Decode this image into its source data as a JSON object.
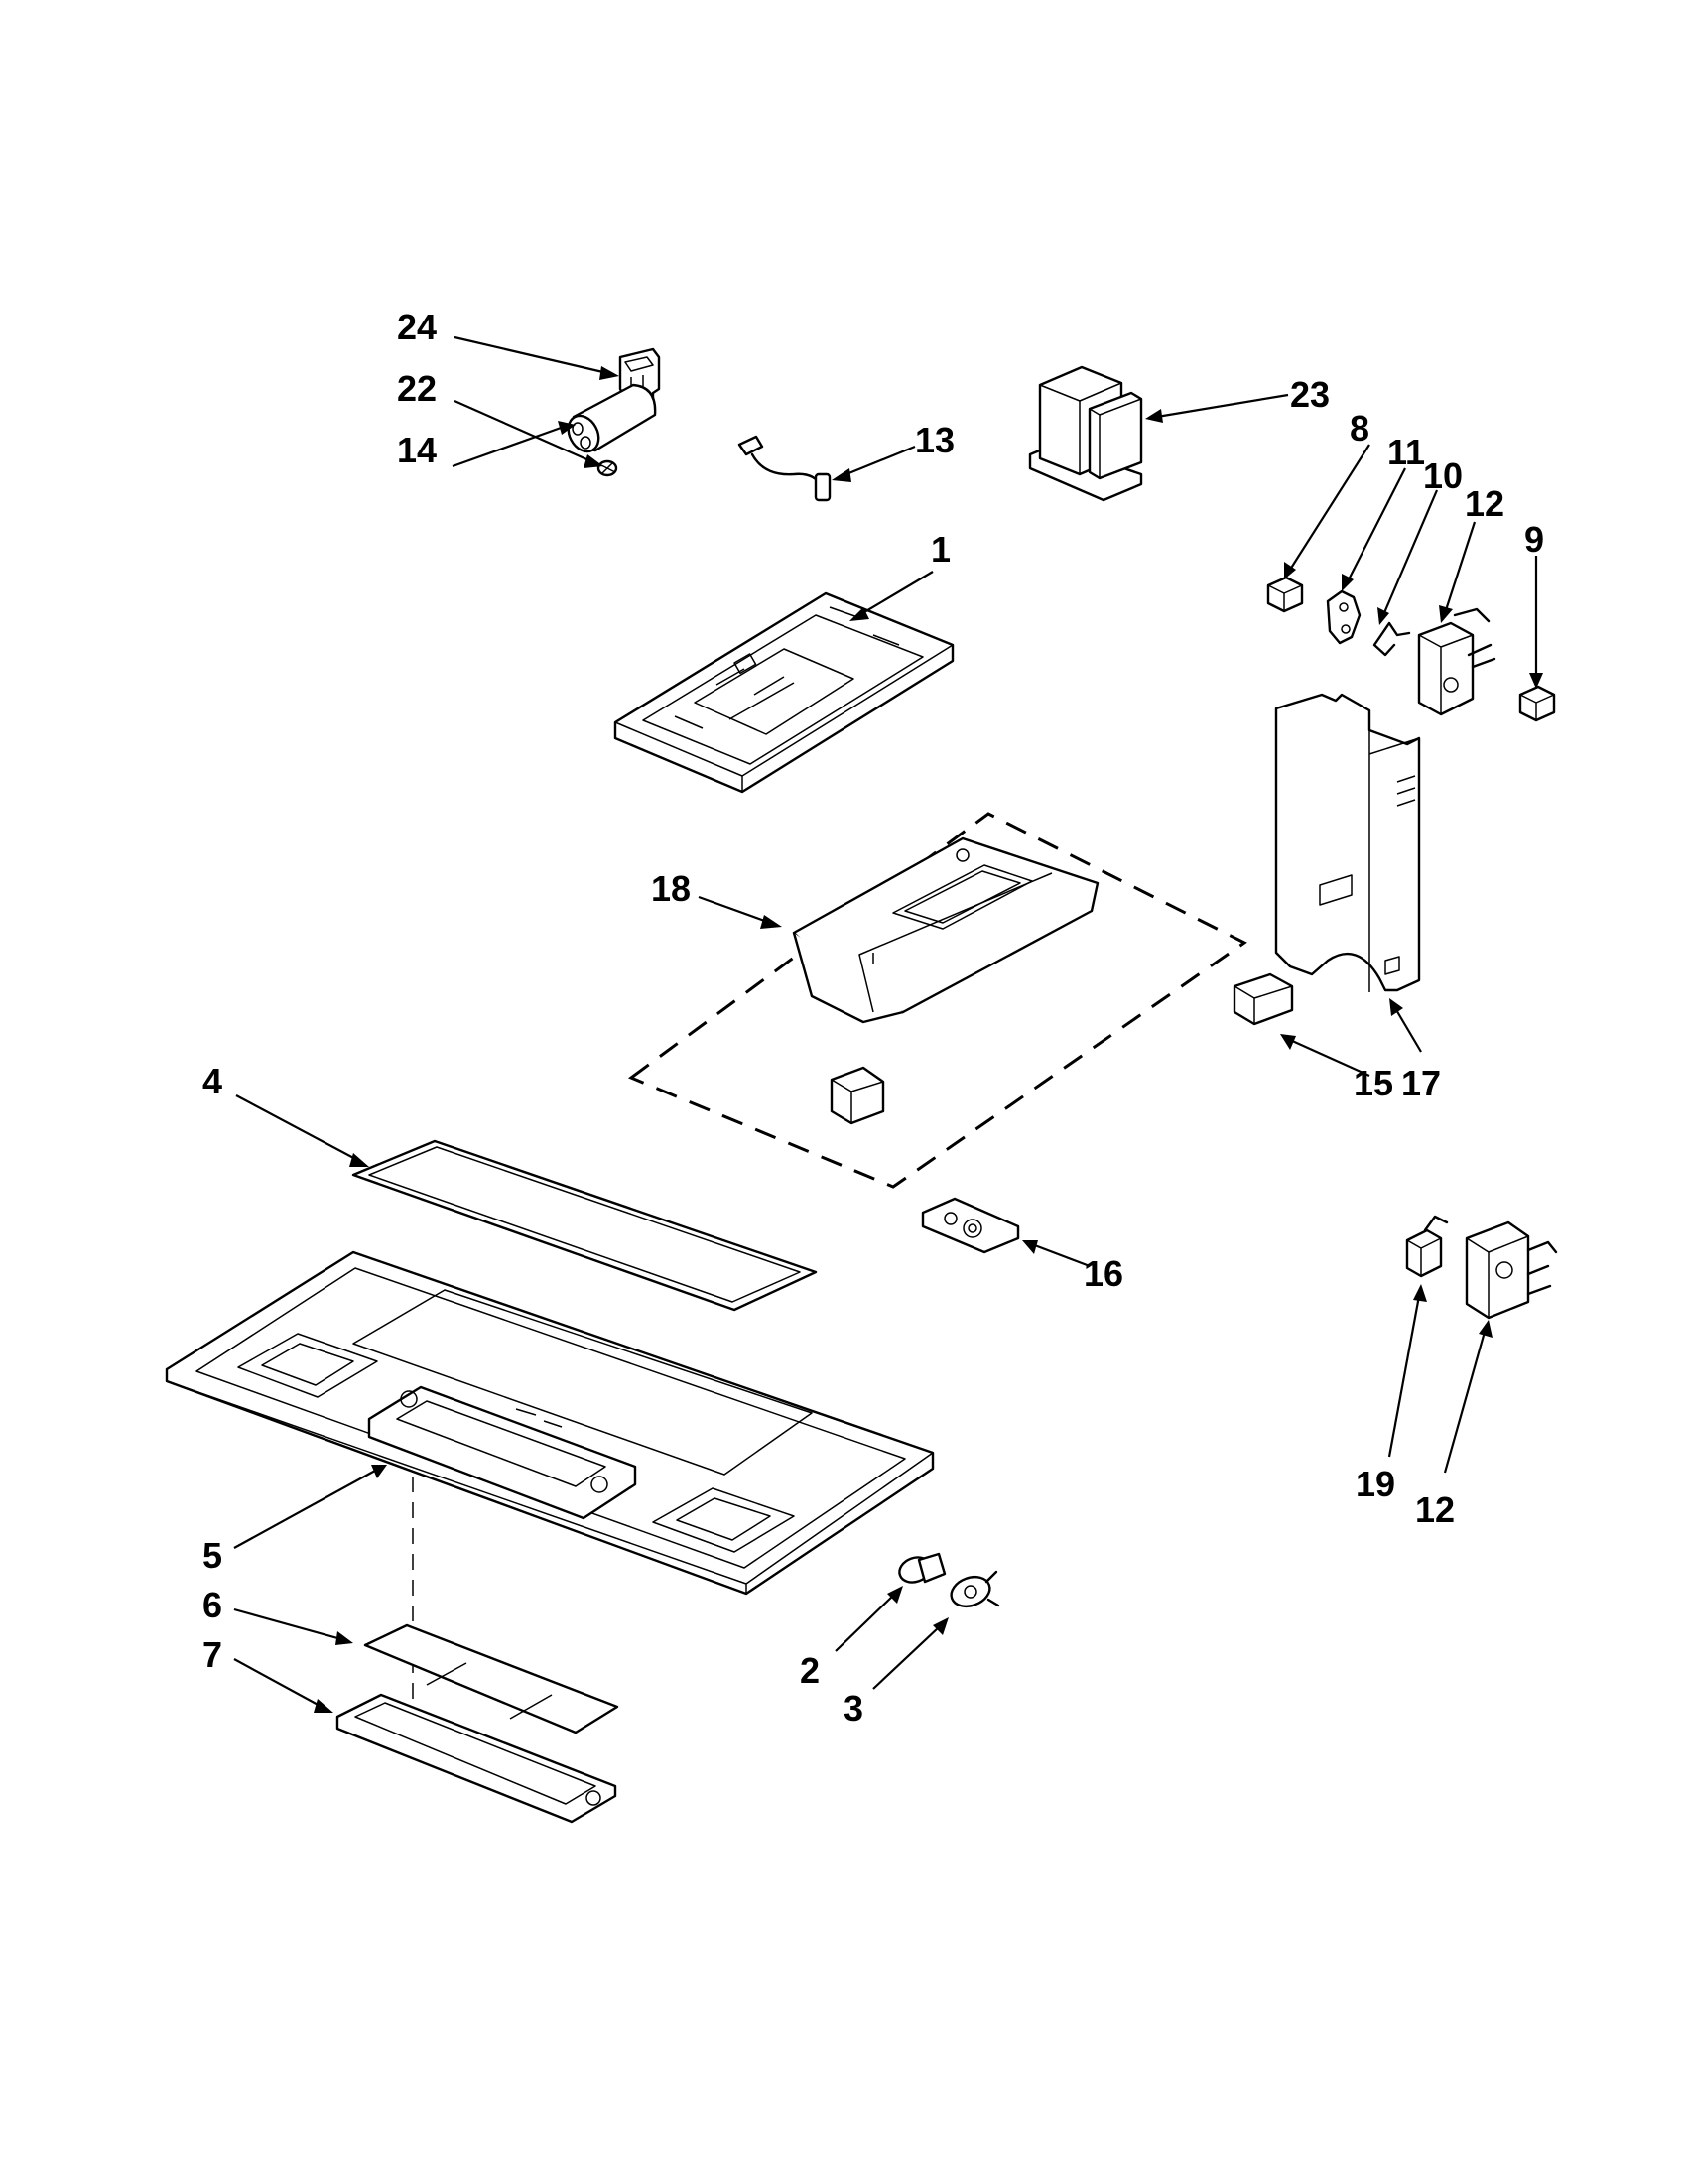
{
  "diagram": {
    "callouts": [
      {
        "id": "c24",
        "label": "24"
      },
      {
        "id": "c22",
        "label": "22"
      },
      {
        "id": "c14",
        "label": "14"
      },
      {
        "id": "c13",
        "label": "13"
      },
      {
        "id": "c23",
        "label": "23"
      },
      {
        "id": "c8",
        "label": "8"
      },
      {
        "id": "c11",
        "label": "11"
      },
      {
        "id": "c10",
        "label": "10"
      },
      {
        "id": "c12a",
        "label": "12"
      },
      {
        "id": "c9",
        "label": "9"
      },
      {
        "id": "c1",
        "label": "1"
      },
      {
        "id": "c18",
        "label": "18"
      },
      {
        "id": "c17",
        "label": "17"
      },
      {
        "id": "c15",
        "label": "15"
      },
      {
        "id": "c4",
        "label": "4"
      },
      {
        "id": "c16",
        "label": "16"
      },
      {
        "id": "c19",
        "label": "19"
      },
      {
        "id": "c12b",
        "label": "12"
      },
      {
        "id": "c5",
        "label": "5"
      },
      {
        "id": "c6",
        "label": "6"
      },
      {
        "id": "c7",
        "label": "7"
      },
      {
        "id": "c2",
        "label": "2"
      },
      {
        "id": "c3",
        "label": "3"
      }
    ]
  }
}
